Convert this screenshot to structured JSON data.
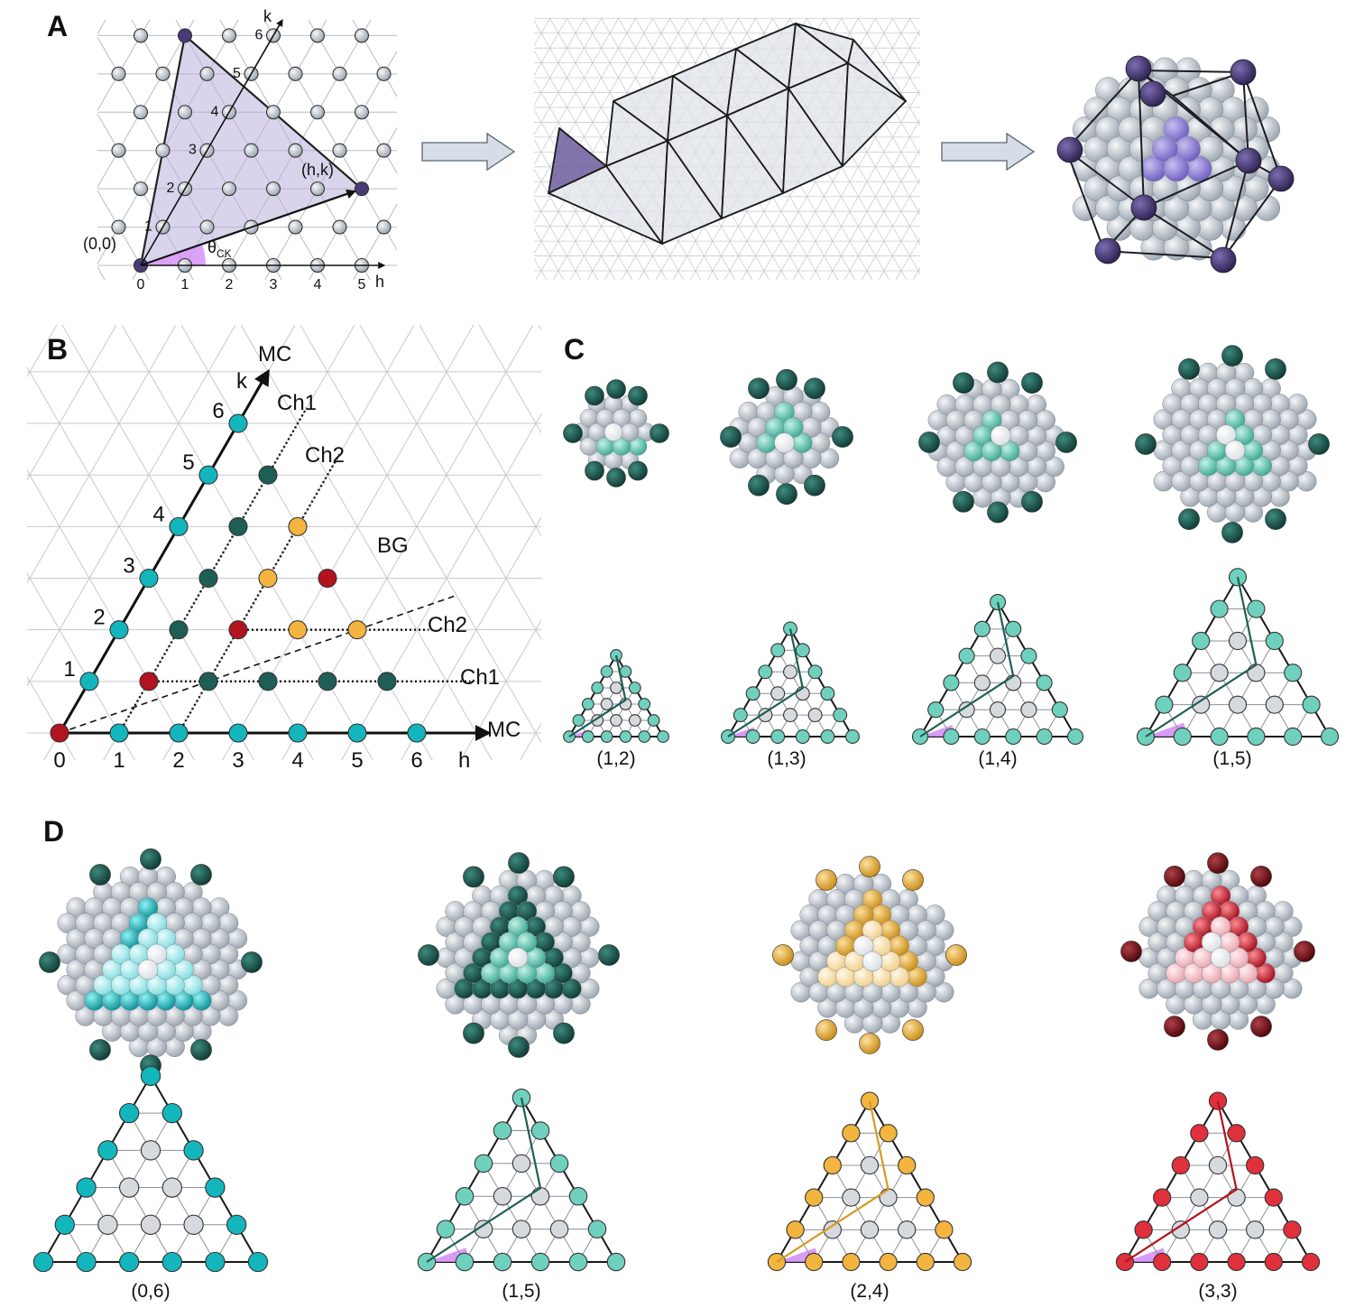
{
  "panels": {
    "a": "A",
    "b": "B",
    "c": "C",
    "d": "D"
  },
  "panel_a": {
    "k_axis": "k",
    "h_axis": "h",
    "origin": "(0,0)",
    "hk_point": "(h,k)",
    "theta": "θ",
    "theta_sub": "CK",
    "h_ticks": [
      "0",
      "1",
      "2",
      "3",
      "4",
      "5"
    ],
    "k_ticks": [
      "1",
      "2",
      "3",
      "4",
      "5",
      "6"
    ]
  },
  "panel_b": {
    "k_axis": "k",
    "h_axis": "h",
    "h_ticks": [
      "0",
      "1",
      "2",
      "3",
      "4",
      "5",
      "6"
    ],
    "k_ticks": [
      "1",
      "2",
      "3",
      "4",
      "5",
      "6"
    ],
    "line_labels": {
      "mc_k": "MC",
      "mc_h": "MC",
      "ch1_k": "Ch1",
      "ch2_k": "Ch2",
      "bg": "BG",
      "ch2_h": "Ch2",
      "ch1_h": "Ch1"
    }
  },
  "panel_c": {
    "captions": [
      "(1,2)",
      "(1,3)",
      "(1,4)",
      "(1,5)"
    ]
  },
  "panel_d": {
    "captions": [
      "(0,6)",
      "(1,5)",
      "(2,4)",
      "(3,3)"
    ]
  },
  "colors": {
    "purple_dark": "#4a3a78",
    "purple_light": "#9a8ad8",
    "cyan": "#13b6bd",
    "teal_dark": "#1e5e55",
    "teal_light": "#6fd1bd",
    "orange": "#f3b53f",
    "red": "#b3121f",
    "grey_sphere": "#cdd3da"
  }
}
